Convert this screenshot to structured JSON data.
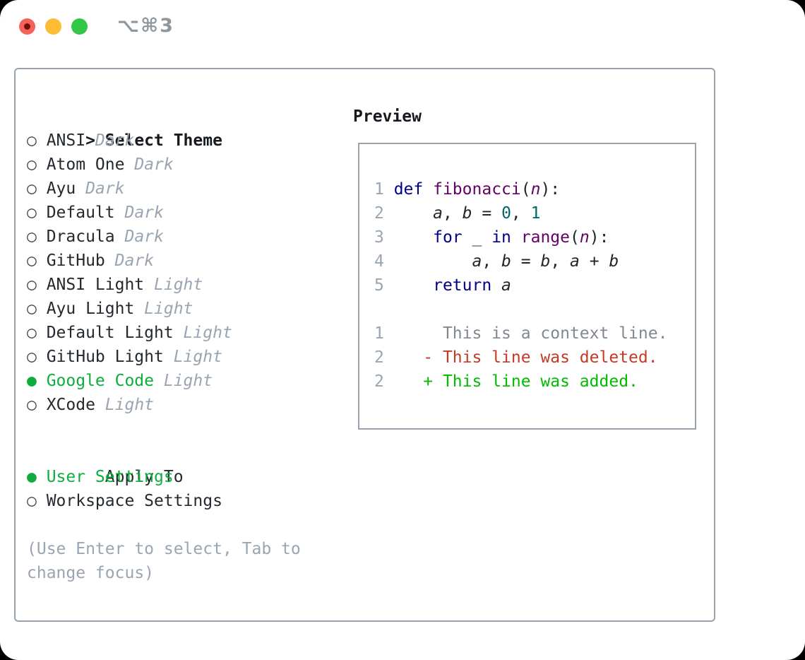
{
  "window": {
    "title": "⌥⌘3"
  },
  "theme_list": {
    "cursor": ">",
    "header": "Select Theme",
    "items": [
      {
        "name": "ANSI",
        "variant": "Dark",
        "selected": false
      },
      {
        "name": "Atom One",
        "variant": "Dark",
        "selected": false
      },
      {
        "name": "Ayu",
        "variant": "Dark",
        "selected": false
      },
      {
        "name": "Default",
        "variant": "Dark",
        "selected": false
      },
      {
        "name": "Dracula",
        "variant": "Dark",
        "selected": false
      },
      {
        "name": "GitHub",
        "variant": "Dark",
        "selected": false
      },
      {
        "name": "ANSI Light",
        "variant": "Light",
        "selected": false
      },
      {
        "name": "Ayu Light",
        "variant": "Light",
        "selected": false
      },
      {
        "name": "Default Light",
        "variant": "Light",
        "selected": false
      },
      {
        "name": "GitHub Light",
        "variant": "Light",
        "selected": false
      },
      {
        "name": "Google Code",
        "variant": "Light",
        "selected": true
      },
      {
        "name": "XCode",
        "variant": "Light",
        "selected": false
      }
    ],
    "selected_marker": "●",
    "unselected_marker": "○"
  },
  "apply_to": {
    "header": "Apply To",
    "options": [
      {
        "label": "User Settings",
        "selected": true
      },
      {
        "label": "Workspace Settings",
        "selected": false
      }
    ]
  },
  "help_text": "(Use Enter to select, Tab to change focus)",
  "preview": {
    "header": "Preview",
    "code_lines": [
      [
        [
          "num",
          "1 "
        ],
        [
          "kw",
          "def"
        ],
        [
          "pln",
          " "
        ],
        [
          "typ",
          "fibonacci"
        ],
        [
          "pln",
          "("
        ],
        [
          "tvar",
          "n"
        ],
        [
          "pln",
          "):"
        ]
      ],
      [
        [
          "num",
          "2 "
        ],
        [
          "pln",
          "    "
        ],
        [
          "var",
          "a"
        ],
        [
          "pln",
          ", "
        ],
        [
          "var",
          "b"
        ],
        [
          "pln",
          " = "
        ],
        [
          "lit",
          "0"
        ],
        [
          "pln",
          ", "
        ],
        [
          "lit",
          "1"
        ]
      ],
      [
        [
          "num",
          "3 "
        ],
        [
          "pln",
          "    "
        ],
        [
          "kw",
          "for"
        ],
        [
          "pln",
          " _ "
        ],
        [
          "kw",
          "in"
        ],
        [
          "pln",
          " "
        ],
        [
          "typ",
          "range"
        ],
        [
          "pln",
          "("
        ],
        [
          "tvar",
          "n"
        ],
        [
          "pln",
          "):"
        ]
      ],
      [
        [
          "num",
          "4 "
        ],
        [
          "pln",
          "        "
        ],
        [
          "var",
          "a"
        ],
        [
          "pln",
          ", "
        ],
        [
          "var",
          "b"
        ],
        [
          "pln",
          " = "
        ],
        [
          "var",
          "b"
        ],
        [
          "pln",
          ", "
        ],
        [
          "var",
          "a"
        ],
        [
          "pln",
          " + "
        ],
        [
          "var",
          "b"
        ]
      ],
      [
        [
          "num",
          "5 "
        ],
        [
          "pln",
          "    "
        ],
        [
          "kw",
          "return"
        ],
        [
          "pln",
          " "
        ],
        [
          "var",
          "a"
        ]
      ]
    ],
    "diff_lines": [
      [
        [
          "num",
          "1"
        ],
        [
          "ctx",
          "      This is a context line."
        ]
      ],
      [
        [
          "num",
          "2"
        ],
        [
          "del",
          "    - This line was deleted."
        ]
      ],
      [
        [
          "num",
          "2"
        ],
        [
          "add",
          "    + This line was added."
        ]
      ]
    ]
  },
  "colors": {
    "accent_green": "#0fad3e",
    "secondary_gray": "#9aa5b2",
    "text_dark": "#24292e",
    "panel_border": "#9aa3ad",
    "syntax_keyword": "#000088",
    "syntax_type": "#660066",
    "syntax_literal": "#006666",
    "diff_context": "#82888f",
    "diff_deleted": "#c43a24",
    "diff_added": "#00bb00",
    "traffic_red": "#f4625a",
    "traffic_yellow": "#fcbd34",
    "traffic_green": "#33c748"
  }
}
